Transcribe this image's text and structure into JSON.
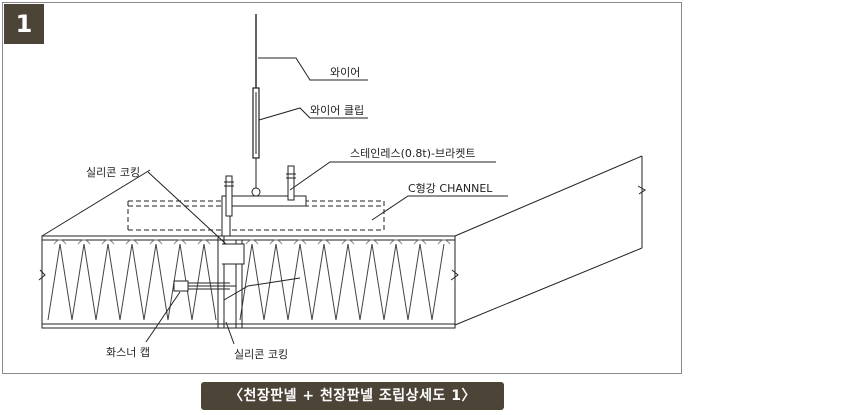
{
  "figure": {
    "number": "1",
    "caption": "〈천장판넬 + 천장판넬 조립상세도 1〉"
  },
  "labels": {
    "wire": "와이어",
    "wire_clip": "와이어 클립",
    "bracket": "스테인레스(0.8t)-브라켓트",
    "channel": "C형강 CHANNEL",
    "silicone_top": "실리콘 코킹",
    "fastener_cap": "화스너 캡",
    "silicone_bottom": "실리콘 코킹"
  }
}
